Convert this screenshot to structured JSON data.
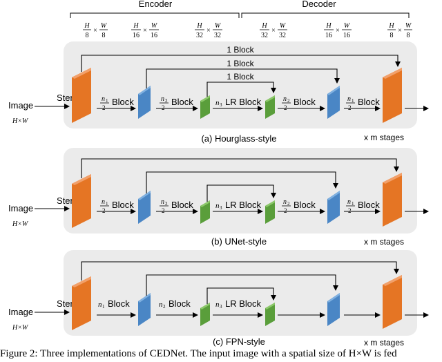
{
  "header": {
    "encoder": "Encoder",
    "decoder": "Decoder",
    "scales": [
      {
        "num": "H",
        "den": "8",
        "num2": "W",
        "den2": "8"
      },
      {
        "num": "H",
        "den": "16",
        "num2": "W",
        "den2": "16"
      },
      {
        "num": "H",
        "den": "32",
        "num2": "W",
        "den2": "32"
      },
      {
        "num": "H",
        "den": "32",
        "num2": "W",
        "den2": "32"
      },
      {
        "num": "H",
        "den": "16",
        "num2": "W",
        "den2": "16"
      },
      {
        "num": "H",
        "den": "8",
        "num2": "W",
        "den2": "8"
      }
    ],
    "times": "×"
  },
  "common": {
    "image": "Image",
    "hw": "H×W",
    "stem": "Stem",
    "block": "Block",
    "lr_block": "LR Block",
    "one_block": "1 Block",
    "stages": "x m stages",
    "n1": "n",
    "n1_sub": "1",
    "n2": "n",
    "n2_sub": "2",
    "n3": "n",
    "n3_sub": "3",
    "half": "2"
  },
  "panels": [
    {
      "caption": "(a) Hourglass-style"
    },
    {
      "caption": "(b) UNet-style"
    },
    {
      "caption": "(c) FPN-style"
    }
  ],
  "figure_caption": "Figure 2: Three implementations of CEDNet. The input image with a spatial size of H×W is fed"
}
